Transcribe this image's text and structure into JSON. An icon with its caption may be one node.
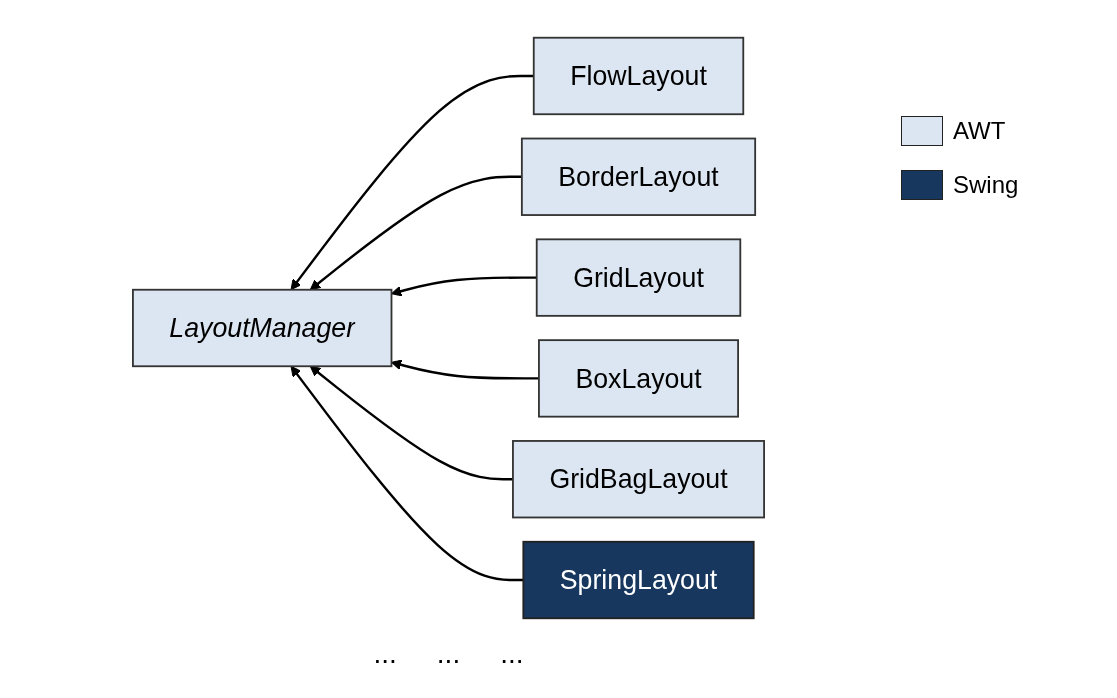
{
  "diagram": {
    "nodes": [
      {
        "text": [
          "LayoutManager"
        ]
      },
      {
        "text": [
          "FlowLayout"
        ]
      },
      {
        "text": [
          "BorderLayout"
        ]
      },
      {
        "text": [
          "GridLayout"
        ]
      },
      {
        "text": [
          "BoxLayout"
        ]
      },
      {
        "text": [
          "GridBagLayout"
        ]
      },
      {
        "text": [
          "SpringLayout"
        ]
      }
    ],
    "edges": [
      {
        "from": 1,
        "to": 0,
        "arrow": "to"
      },
      {
        "from": 2,
        "to": 0,
        "arrow": "to"
      },
      {
        "from": 3,
        "to": 0,
        "arrow": "to"
      },
      {
        "from": 4,
        "to": 0,
        "arrow": "to"
      },
      {
        "from": 5,
        "to": 0,
        "arrow": "to"
      },
      {
        "from": 6,
        "to": 0,
        "arrow": "to"
      }
    ],
    "labels": [
      "...",
      "...",
      "..."
    ],
    "legend": [
      {
        "text": "AWT",
        "color": "#dce6f2"
      },
      {
        "text": "Swing",
        "color": "#17375e"
      }
    ]
  }
}
